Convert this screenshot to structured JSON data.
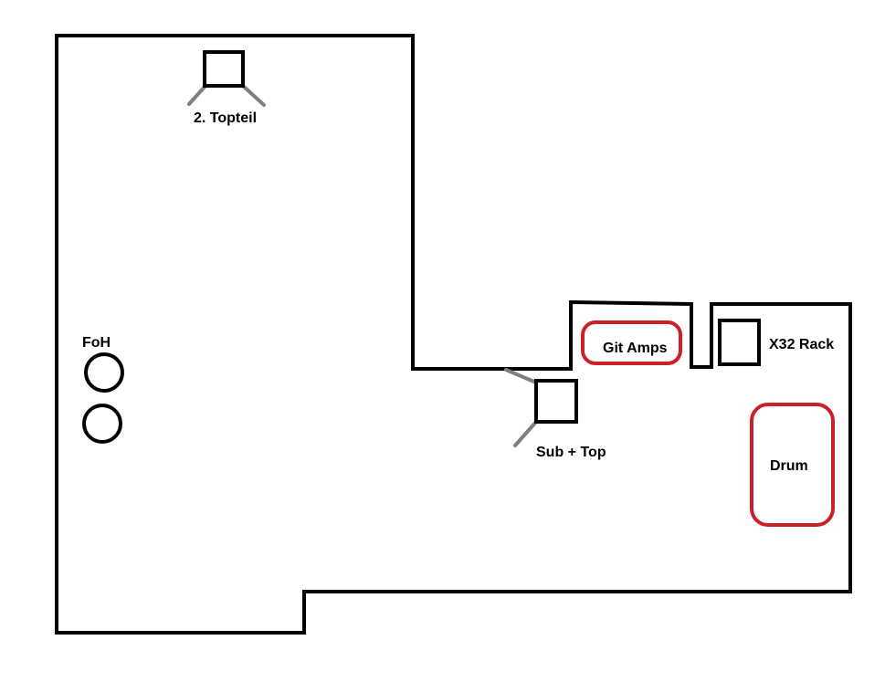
{
  "colors": {
    "wall": "#000000",
    "equipment": "#000000",
    "speaker_stand": "#7f7f7f",
    "band_gear": "#cc2029",
    "background": "#ffffff"
  },
  "labels": {
    "top_speaker": "2. Topteil",
    "foh": "FoH",
    "sub_top": "Sub + Top",
    "git_amps": "Git Amps",
    "x32_rack": "X32 Rack",
    "drum": "Drum"
  }
}
